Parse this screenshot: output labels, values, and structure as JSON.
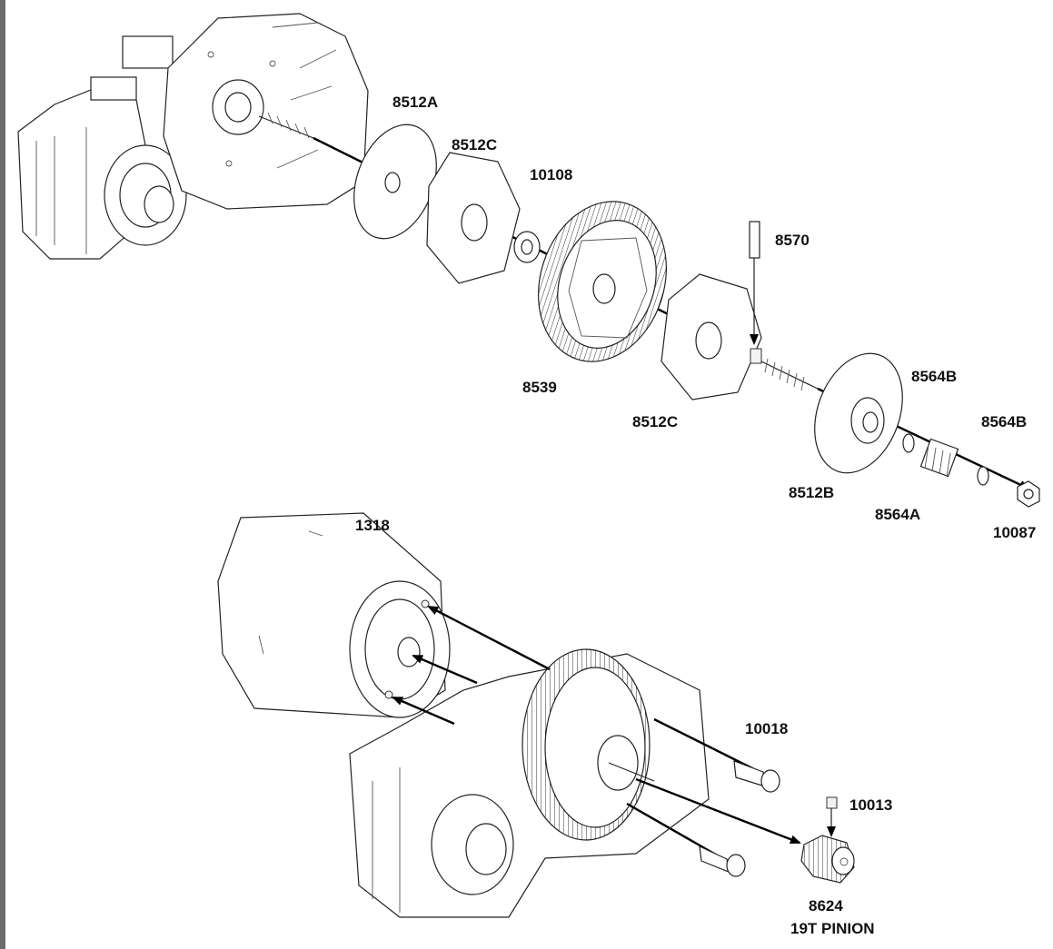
{
  "diagram": {
    "labels": {
      "l8512A": "8512A",
      "l8512C_top": "8512C",
      "l10108": "10108",
      "l8570": "8570",
      "l8539": "8539",
      "l8512C_bottom": "8512C",
      "l8564B_left": "8564B",
      "l8564B_right": "8564B",
      "l8512B": "8512B",
      "l8564A": "8564A",
      "l10087": "10087",
      "l1318": "1318",
      "l10018": "10018",
      "l10013": "10013",
      "l8624": "8624",
      "l19T": "19T PINION"
    },
    "colors": {
      "line": "#222222",
      "background": "#ffffff",
      "frame": "#6b6b6b"
    }
  }
}
